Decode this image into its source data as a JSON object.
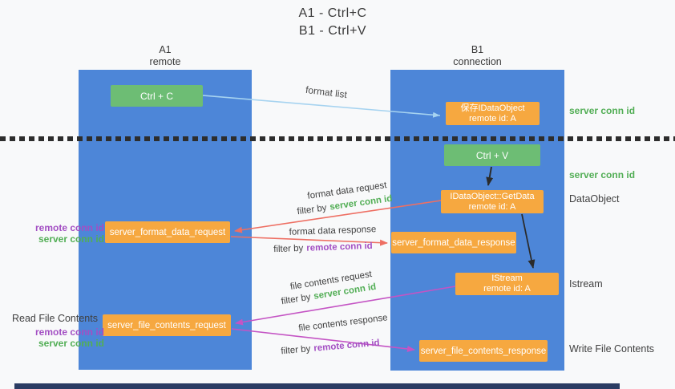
{
  "title": {
    "line1": "A1 - Ctrl+C",
    "line2": "B1 - Ctrl+V"
  },
  "columns": {
    "a1": {
      "id": "A1",
      "role": "remote"
    },
    "b1": {
      "id": "B1",
      "role": "connection"
    }
  },
  "boxes": {
    "ctrl_c": "Ctrl + C",
    "ctrl_v": "Ctrl + V",
    "save_dataobject": {
      "title": "保存IDataObject",
      "subtitle": "remote id: A"
    },
    "getdata": {
      "title": "IDataObject::GetData",
      "subtitle": "remote id: A"
    },
    "istream": {
      "title": "IStream",
      "subtitle": "remote id: A"
    },
    "format_request": "server_format_data_request",
    "format_response": "server_format_data_response",
    "file_request": "server_file_contents_request",
    "file_response": "server_file_contents_response"
  },
  "arrow_labels": {
    "format_list": "format list",
    "format_data_request": "format data request",
    "format_data_request_filter": {
      "prefix": "filter by",
      "key": "server conn id"
    },
    "format_data_response": "format data response",
    "format_data_response_filter": {
      "prefix": "filter by",
      "key": "remote conn id"
    },
    "file_contents_request": "file contents request",
    "file_contents_request_filter": {
      "prefix": "filter by",
      "key": "server conn id"
    },
    "file_contents_response": "file contents response",
    "file_contents_response_filter": {
      "prefix": "filter by",
      "key": "remote conn id"
    }
  },
  "side_labels": {
    "left": {
      "format_remote": "remote conn id",
      "format_server": "server conn id",
      "read_file": "Read File Contents",
      "file_remote": "remote conn id",
      "file_server": "server conn id"
    },
    "right": {
      "server_conn_top": "server conn id",
      "server_conn_mid": "server conn id",
      "dataobject": "DataObject",
      "istream": "Istream",
      "write_file": "Write File Contents"
    }
  },
  "colors": {
    "lifeline_blue": "#4d86d8",
    "box_orange": "#f6a840",
    "box_green": "#6dbd74",
    "text_green": "#52ae55",
    "text_purple": "#a34fc3",
    "arrow_red": "#ee6f63",
    "arrow_magenta": "#c454c4",
    "arrow_lightblue": "#a6d3f0",
    "arrow_black": "#2b2b2b",
    "divider_black": "#2d2d2d",
    "bottom_bar_navy": "#2b3c63"
  }
}
